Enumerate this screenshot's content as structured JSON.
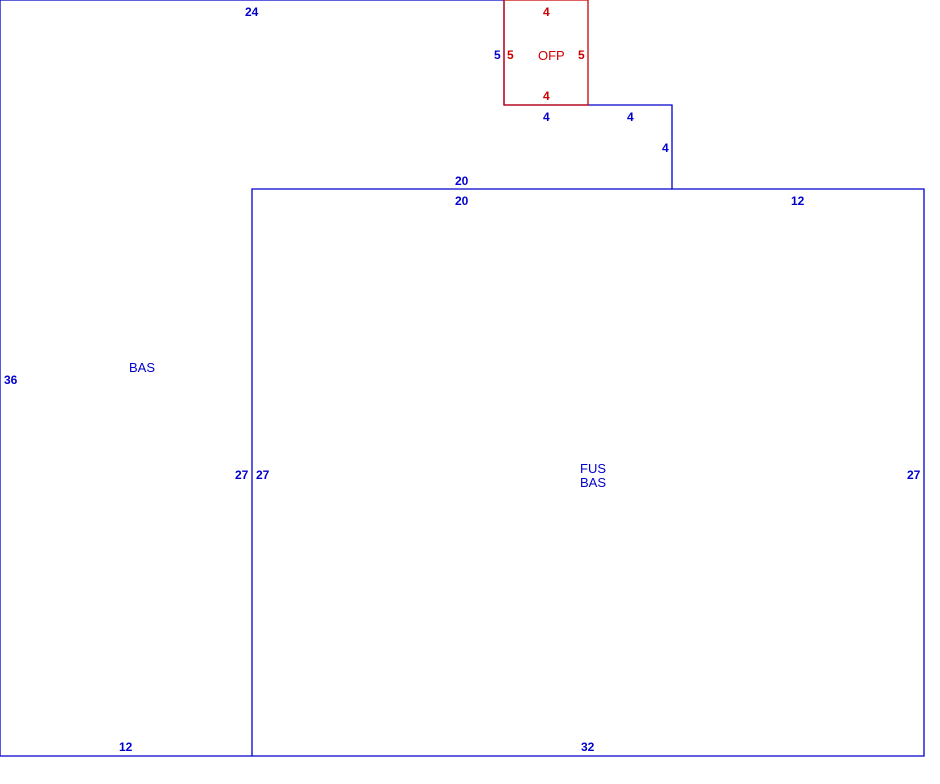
{
  "colors": {
    "primary": "#0000cc",
    "porch": "#cc0000",
    "background": "#ffffff"
  },
  "areas": {
    "bas_left": "BAS",
    "fus": "FUS",
    "bas_right": "BAS",
    "ofp": "OFP"
  },
  "dimensions": {
    "top_24": "24",
    "left_36": "36",
    "bottom_12": "12",
    "inner_27_left": "27",
    "inner_27_right": "27",
    "mid_20_above": "20",
    "mid_20_below": "20",
    "top_right_12": "12",
    "right_27": "27",
    "bottom_32": "32",
    "step_4_left": "4",
    "step_4_right": "4",
    "step_4_vertical": "4",
    "ofp_left_outer": "5",
    "ofp_top": "4",
    "ofp_left": "5",
    "ofp_right": "5",
    "ofp_bottom": "4"
  }
}
